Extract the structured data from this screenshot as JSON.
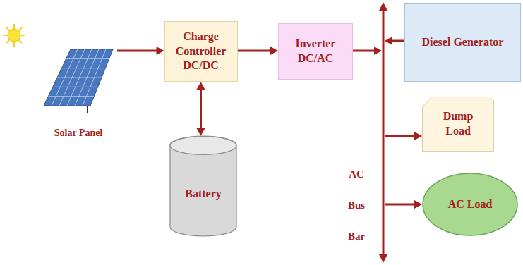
{
  "diagram": {
    "nodes": [
      {
        "text": [
          "Solar Panel"
        ]
      },
      {
        "text": [
          "Charge Controller DC/DC"
        ]
      },
      {
        "text": [
          "Inverter DC/AC"
        ]
      },
      {
        "text": [
          "Battery"
        ]
      },
      {
        "text": [
          "AC Bus Bar"
        ]
      },
      {
        "text": [
          "Diesel Generator"
        ]
      },
      {
        "text": [
          "Dump Load"
        ]
      },
      {
        "text": [
          "AC Load"
        ]
      }
    ],
    "edges": [
      {
        "from": 0,
        "to": 1,
        "arrow": "to"
      },
      {
        "from": 1,
        "to": 3,
        "arrow": "both"
      },
      {
        "from": 1,
        "to": 2,
        "arrow": "to"
      },
      {
        "from": 2,
        "to": 4,
        "arrow": "to"
      },
      {
        "from": 5,
        "to": 4,
        "arrow": "to"
      },
      {
        "from": 4,
        "to": 6,
        "arrow": "to"
      },
      {
        "from": 4,
        "to": 7,
        "arrow": "to"
      }
    ]
  }
}
